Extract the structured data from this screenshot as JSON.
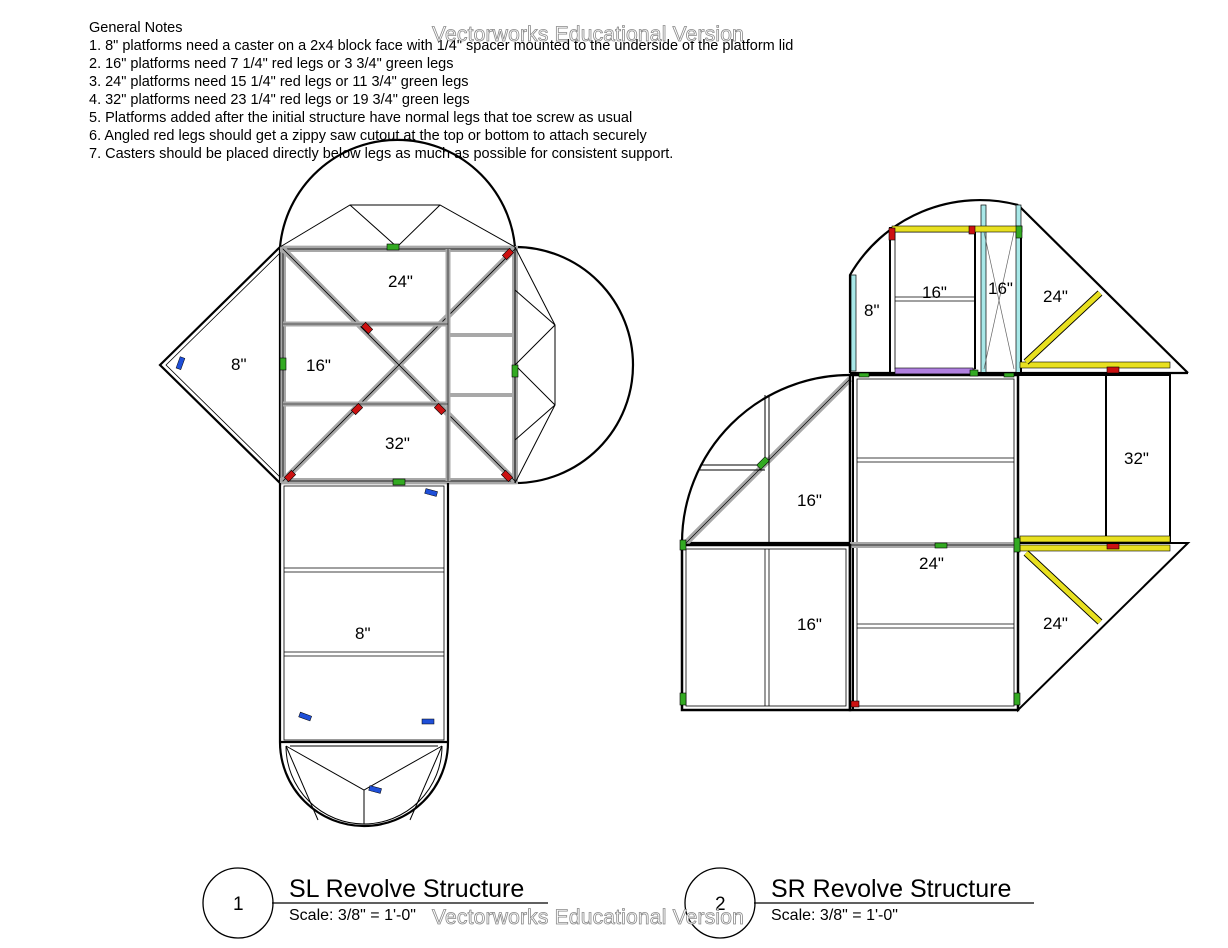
{
  "notes": {
    "title": "General Notes",
    "items": [
      "1. 8\" platforms need a caster on  a 2x4 block face with 1/4\" spacer mounted to the underside of the platform lid",
      "2. 16\" platforms need 7 1/4\" red legs or 3 3/4\" green legs",
      "3. 24\" platforms need 15 1/4\" red legs or 11 3/4\" green legs",
      "4. 32\" platforms need 23 1/4\" red legs or 19 3/4\" green legs",
      "5. Platforms added after the initial structure have normal legs that toe screw as usual",
      "6. Angled red legs should  get a zippy saw cutout at the top or bottom to attach securely",
      "7. Casters should be placed directly below legs as much as possible for consistent support."
    ]
  },
  "watermark": "Vectorworks Educational Version",
  "sl": {
    "labels": [
      "24\"",
      "8\"",
      "16\"",
      "32\"",
      "8\""
    ],
    "number": "1",
    "title": "SL Revolve Structure",
    "scale": "Scale: 3/8\" = 1'-0\""
  },
  "sr": {
    "labels": [
      "8\"",
      "16\"",
      "16\"",
      "24\"",
      "32\"",
      "16\"",
      "24\"",
      "16\"",
      "24\""
    ],
    "number": "2",
    "title": "SR Revolve Structure",
    "scale": "Scale: 3/8\" = 1'-0\""
  },
  "colors": {
    "red_leg": "#cc1111",
    "green_leg": "#33aa22",
    "caster": "#1f4fd8",
    "yellow": "#e8e020",
    "cyan": "#a8e8e8",
    "purple": "#b080e0",
    "frame": "#a8a8a8"
  }
}
